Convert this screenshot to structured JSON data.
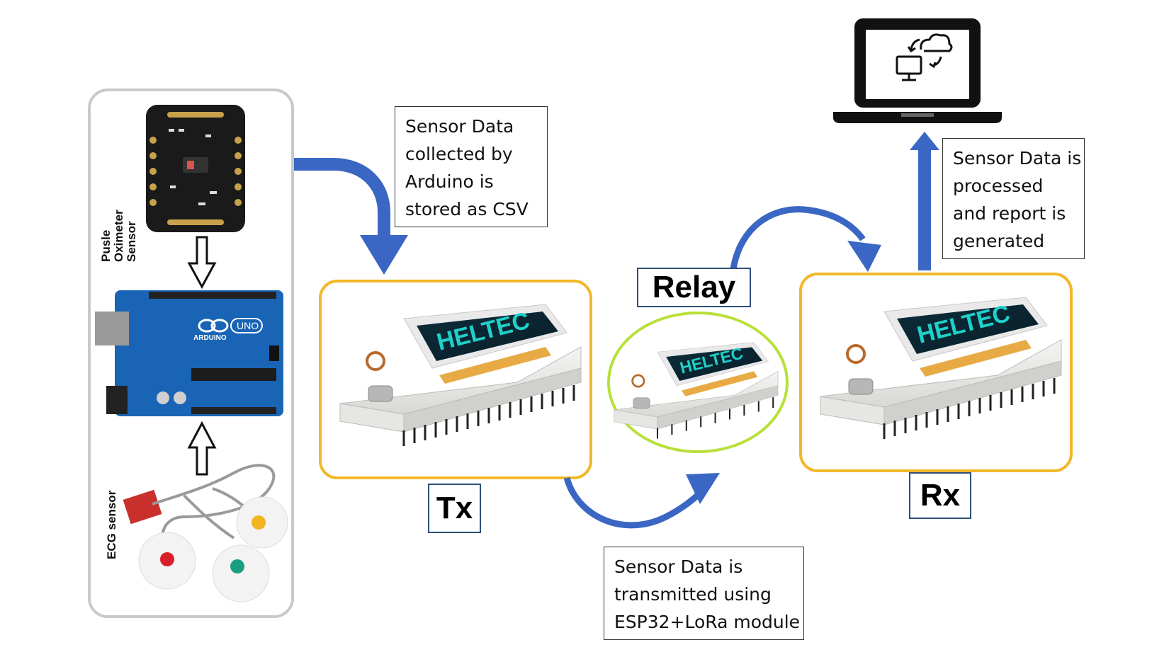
{
  "sensor_panel": {
    "pulse_label": [
      "Pusle",
      "Oximeter",
      "Sensor"
    ],
    "ecg_label": "ECG sensor",
    "arduino_text": "ARDUINO",
    "uno_text": "UNO"
  },
  "callouts": {
    "csv": [
      "Sensor Data",
      "collected by",
      "Arduino is",
      "stored as CSV"
    ],
    "transmit": [
      "Sensor Data is",
      "transmitted using",
      "ESP32+LoRa module"
    ],
    "process": [
      "Sensor Data is",
      "processed",
      "and report is",
      "generated"
    ]
  },
  "nodes": {
    "tx": "Tx",
    "relay": "Relay",
    "rx": "Rx",
    "board_brand": "HELTEC"
  },
  "colors": {
    "arrow_blue": "#3a66c4",
    "frame_yellow": "#f2b829",
    "relay_green": "#b8e03a",
    "panel_grey": "#c9c9c9",
    "label_border": "#2f4f7a"
  }
}
